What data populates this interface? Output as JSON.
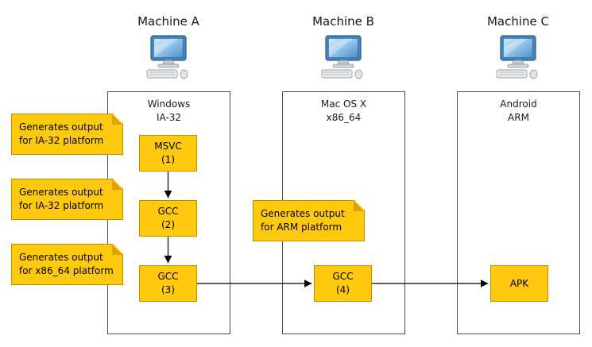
{
  "machines": [
    {
      "title": "Machine A",
      "os_line1": "Windows",
      "os_line2": "IA-32"
    },
    {
      "title": "Machine B",
      "os_line1": "Mac OS X",
      "os_line2": "x86_64"
    },
    {
      "title": "Machine C",
      "os_line1": "Android",
      "os_line2": "ARM"
    }
  ],
  "nodes": {
    "msvc1": {
      "line1": "MSVC",
      "line2": "(1)"
    },
    "gcc2": {
      "line1": "GCC",
      "line2": "(2)"
    },
    "gcc3": {
      "line1": "GCC",
      "line2": "(3)"
    },
    "gcc4": {
      "line1": "GCC",
      "line2": "(4)"
    },
    "apk": {
      "line1": "APK"
    }
  },
  "notes": [
    {
      "line1": "Generates output",
      "line2": "for IA-32 platform"
    },
    {
      "line1": "Generates output",
      "line2": "for IA-32 platform"
    },
    {
      "line1": "Generates output",
      "line2": "for x86_64 platform"
    },
    {
      "line1": "Generates output",
      "line2": "for ARM platform"
    }
  ],
  "colors": {
    "node_fill": "#ffc90e",
    "node_border": "#bf8f00",
    "note_fold": "#dfa000",
    "container_border": "#4d4d4d",
    "arrow": "#000000"
  }
}
